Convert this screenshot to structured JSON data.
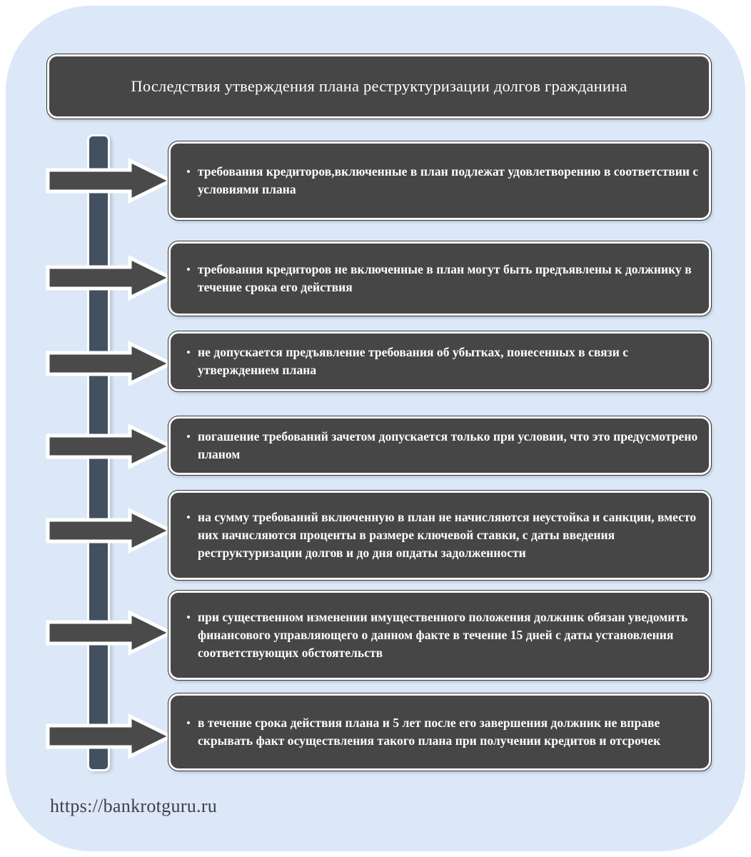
{
  "page": {
    "background_color": "#ffffff",
    "card_color": "#dce8f8"
  },
  "title": {
    "text": "Последствия утверждения плана реструктуризации долгов гражданина",
    "box_color": "#464646",
    "text_color": "#ffffff"
  },
  "spine": {
    "color": "#43505f"
  },
  "bullet_glyph": "•",
  "rows": [
    {
      "id": "row-1",
      "arrow_name": "arrow-right-icon-1",
      "text": "требования кредиторов,включенные в план подлежат удовлетворению в соответствии с условиями плана"
    },
    {
      "id": "row-2",
      "arrow_name": "arrow-right-icon-2",
      "text": "требования кредиторов не включенные в план могут быть предъявлены к должнику в течение срока его действия"
    },
    {
      "id": "row-3",
      "arrow_name": "arrow-right-icon-3",
      "text": "не допускается предъявление требования об убытках, понесенных  в связи с утверждением плана"
    },
    {
      "id": "row-4",
      "arrow_name": "arrow-right-icon-4",
      "text": "погашение требований зачетом допускается только при условии, что это предусмотрено планом"
    },
    {
      "id": "row-5",
      "arrow_name": "arrow-right-icon-5",
      "text": "на сумму требований включенную в план не начисляются неустойка и санкции, вместо них начисляются проценты в размере ключевой ставки, с даты введения реструктуризации долгов и до дня опдаты задолженности"
    },
    {
      "id": "row-6",
      "arrow_name": "arrow-right-icon-6",
      "text": "при существенном изменении имущественного положения должник обязан уведомить финансового управляющего о данном факте в течение 15 дней с даты установления соответствующих обстоятельств"
    },
    {
      "id": "row-7",
      "arrow_name": "arrow-right-icon-7",
      "text": "в течение  срока действия плана и 5 лет после его завершения должник не вправе скрывать факт осуществления такого плана при получении кредитов и отсрочек"
    }
  ],
  "footer": {
    "url": "https://bankrotguru.ru"
  }
}
